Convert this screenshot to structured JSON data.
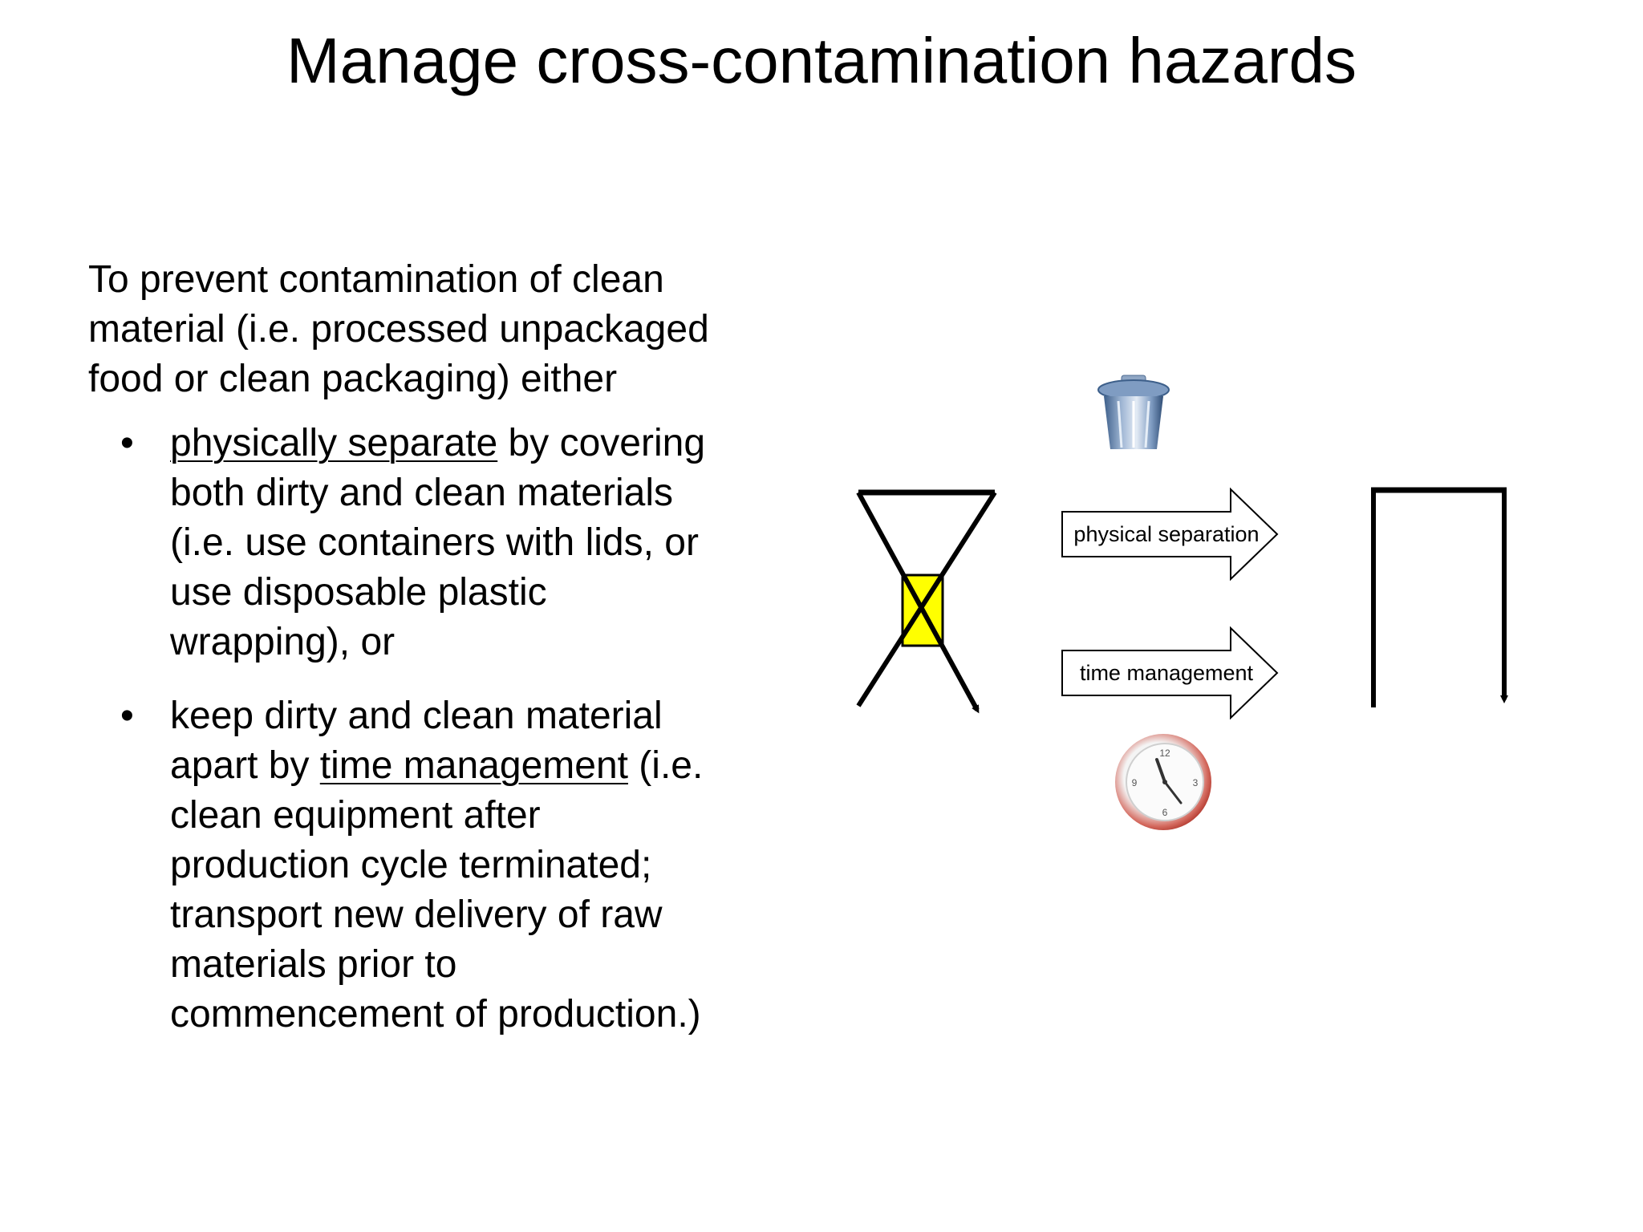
{
  "slide": {
    "title": "Manage cross-contamination hazards"
  },
  "intro": {
    "lines": [
      "To prevent contamination of clean",
      "material (i.e. processed unpackaged",
      "food or clean packaging) either"
    ]
  },
  "bullets": [
    {
      "glyph": "•",
      "link": "physically separate",
      "rest_first": " by covering",
      "lines": [
        "both dirty and clean materials",
        "(i.e. use containers with lids, or",
        "use disposable plastic",
        "wrapping), or"
      ]
    },
    {
      "glyph": "•",
      "line1": "keep dirty and clean material",
      "pre": "apart by ",
      "link": "time management",
      "post": " (i.e.",
      "lines": [
        "clean equipment after",
        "production cycle terminated;",
        "transport new delivery of raw",
        "materials prior to",
        "commencement of production.)"
      ]
    }
  ],
  "diagram": {
    "arrow_top_label": "physical separation",
    "arrow_bottom_label": "time management",
    "icons": {
      "top": "trash-can-icon",
      "bottom": "clock-icon"
    },
    "clock_numerals": [
      "12",
      "3",
      "6",
      "9"
    ],
    "colors": {
      "highlight_box": "#ffff00",
      "trash_blue": "#6e8fb5",
      "clock_rim": "#c0392b"
    }
  }
}
